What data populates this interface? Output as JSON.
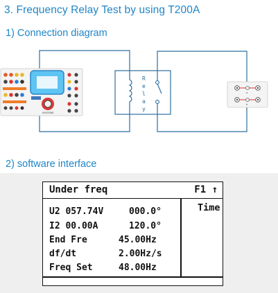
{
  "heading": "3. Frequency Relay Test by using T200A",
  "section1": "1) Connection diagram",
  "section2": "2) software interface",
  "relay_letters": [
    "R",
    "e",
    "l",
    "a",
    "y"
  ],
  "device_logo": "KINGSINE",
  "terminal_labels": [
    "a",
    "b"
  ],
  "lcd": {
    "title": "Under freq",
    "mode": "F1 ↑",
    "side_label": "Time",
    "rows": [
      {
        "label": "U2 057.74V",
        "value": "000.0°"
      },
      {
        "label": "I2  00.00A",
        "value": "120.0°"
      },
      {
        "label": "End Fre",
        "value": "45.00Hz"
      },
      {
        "label": "df/dt",
        "value": "2.00Hz/s"
      },
      {
        "label": "Freq Set",
        "value": "48.00Hz"
      }
    ]
  },
  "colors": {
    "accent": "#1f86c6",
    "wire": "#2e6e9e"
  }
}
